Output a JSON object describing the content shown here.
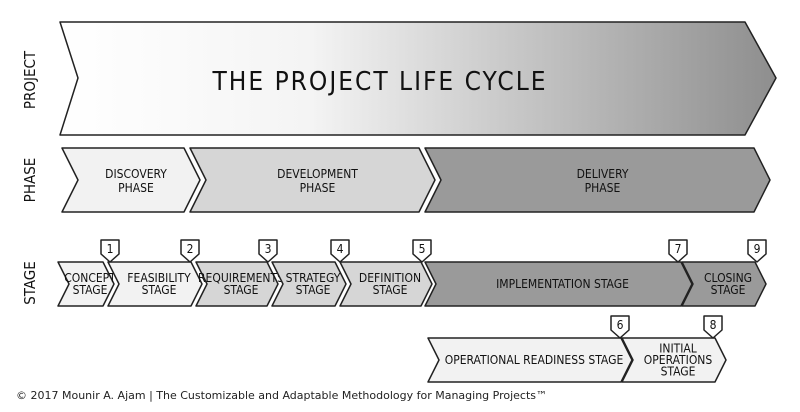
{
  "colors": {
    "light": "#f2f2f2",
    "mid": "#d6d6d6",
    "dark": "#9a9a9a"
  },
  "row_labels": {
    "project": "PROJECT",
    "phase": "PHASE",
    "stage": "STAGE"
  },
  "title": "THE PROJECT LIFE CYCLE",
  "phases": [
    {
      "l1": "DISCOVERY",
      "l2": "PHASE"
    },
    {
      "l1": "DEVELOPMENT",
      "l2": "PHASE"
    },
    {
      "l1": "DELIVERY",
      "l2": "PHASE"
    }
  ],
  "stages": [
    {
      "l1": "CONCEPT",
      "l2": "STAGE"
    },
    {
      "l1": "FEASIBILITY",
      "l2": "STAGE"
    },
    {
      "l1": "REQUIREMENTS",
      "l2": "STAGE"
    },
    {
      "l1": "STRATEGY",
      "l2": "STAGE"
    },
    {
      "l1": "DEFINITION",
      "l2": "STAGE"
    },
    {
      "l1": "IMPLEMENTATION STAGE"
    },
    {
      "l1": "CLOSING",
      "l2": "STAGE"
    },
    {
      "l1": "OPERATIONAL READINESS STAGE"
    },
    {
      "l1": "INITIAL",
      "l2": "OPERATIONS",
      "l3": "STAGE"
    }
  ],
  "markers": [
    "1",
    "2",
    "3",
    "4",
    "5",
    "6",
    "7",
    "8",
    "9"
  ],
  "footer": "© 2017 Mounir A. Ajam | The Customizable and Adaptable Methodology for Managing Projects™"
}
